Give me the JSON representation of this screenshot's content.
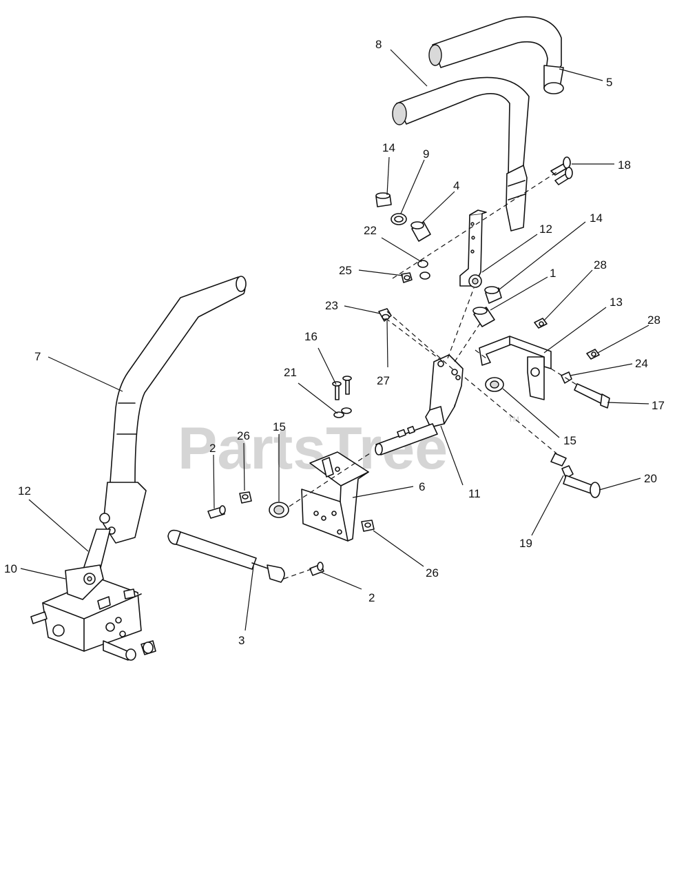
{
  "watermark": {
    "text": "PartsTree",
    "trademark": "TM"
  },
  "callouts": [
    {
      "id": "c8",
      "label": "8"
    },
    {
      "id": "c5",
      "label": "5"
    },
    {
      "id": "c18",
      "label": "18"
    },
    {
      "id": "c14a",
      "label": "14"
    },
    {
      "id": "c9",
      "label": "9"
    },
    {
      "id": "c4",
      "label": "4"
    },
    {
      "id": "c22",
      "label": "22"
    },
    {
      "id": "c12a",
      "label": "12"
    },
    {
      "id": "c14b",
      "label": "14"
    },
    {
      "id": "c25",
      "label": "25"
    },
    {
      "id": "c1",
      "label": "1"
    },
    {
      "id": "c28a",
      "label": "28"
    },
    {
      "id": "c23",
      "label": "23"
    },
    {
      "id": "c13",
      "label": "13"
    },
    {
      "id": "c28b",
      "label": "28"
    },
    {
      "id": "c16",
      "label": "16"
    },
    {
      "id": "c7",
      "label": "7"
    },
    {
      "id": "c21",
      "label": "21"
    },
    {
      "id": "c27",
      "label": "27"
    },
    {
      "id": "c24",
      "label": "24"
    },
    {
      "id": "c17",
      "label": "17"
    },
    {
      "id": "c15a",
      "label": "15"
    },
    {
      "id": "c26a",
      "label": "26"
    },
    {
      "id": "c2a",
      "label": "2"
    },
    {
      "id": "c15b",
      "label": "15"
    },
    {
      "id": "c20",
      "label": "20"
    },
    {
      "id": "c6",
      "label": "6"
    },
    {
      "id": "c12b",
      "label": "12"
    },
    {
      "id": "c11",
      "label": "11"
    },
    {
      "id": "c19",
      "label": "19"
    },
    {
      "id": "c10",
      "label": "10"
    },
    {
      "id": "c26b",
      "label": "26"
    },
    {
      "id": "c2b",
      "label": "2"
    },
    {
      "id": "c3",
      "label": "3"
    }
  ]
}
